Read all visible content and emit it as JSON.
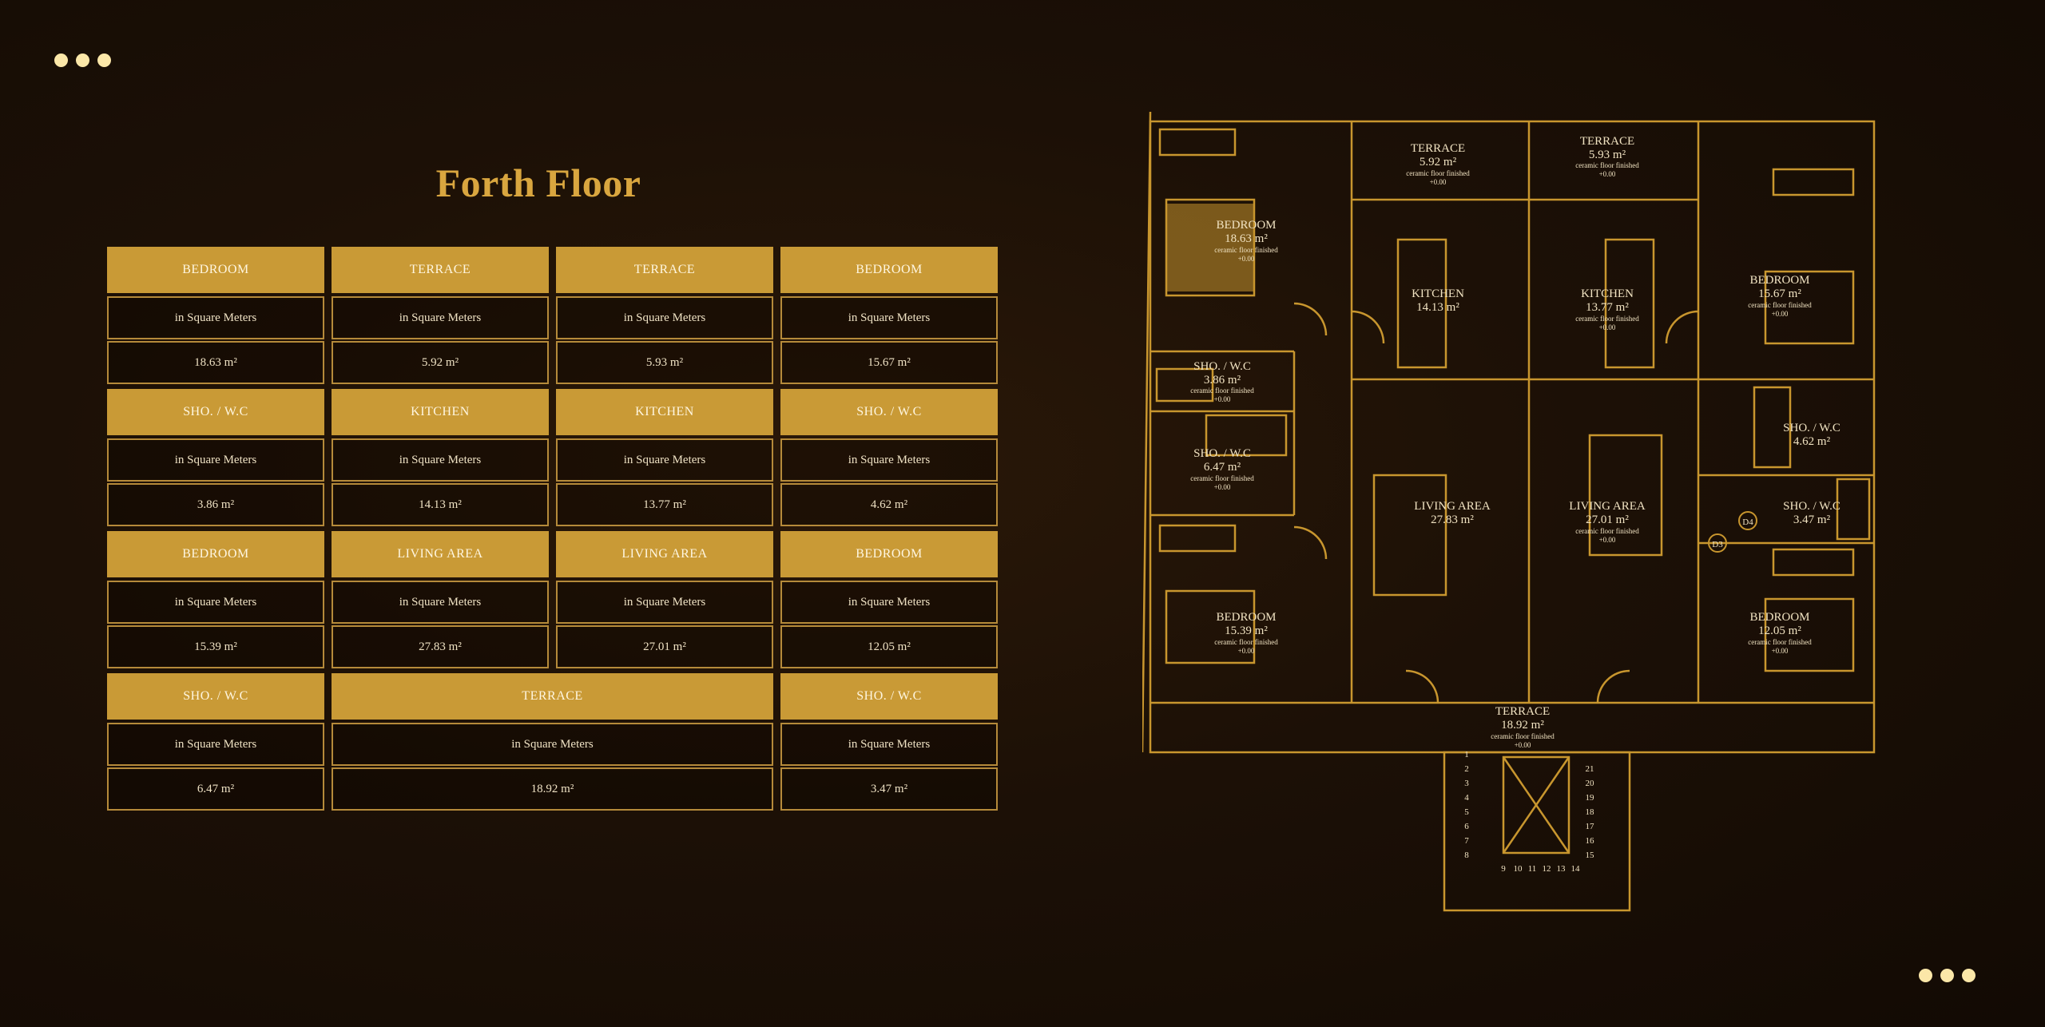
{
  "title": "Forth Floor",
  "rooms": [
    {
      "name": "BEDROOM",
      "unit": "in Square Meters",
      "area": "18.63 m²"
    },
    {
      "name": "TERRACE",
      "unit": "in Square Meters",
      "area": "5.92 m²"
    },
    {
      "name": "TERRACE",
      "unit": "in Square Meters",
      "area": "5.93 m²"
    },
    {
      "name": "BEDROOM",
      "unit": "in Square Meters",
      "area": "15.67 m²"
    },
    {
      "name": "SHO. / W.C",
      "unit": "in Square Meters",
      "area": "3.86 m²"
    },
    {
      "name": "KITCHEN",
      "unit": "in Square Meters",
      "area": "14.13 m²"
    },
    {
      "name": "KITCHEN",
      "unit": "in Square Meters",
      "area": "13.77 m²"
    },
    {
      "name": "SHO. / W.C",
      "unit": "in Square Meters",
      "area": "4.62 m²"
    },
    {
      "name": "BEDROOM",
      "unit": "in Square Meters",
      "area": "15.39 m²"
    },
    {
      "name": "LIVING AREA",
      "unit": "in Square Meters",
      "area": "27.83 m²"
    },
    {
      "name": "LIVING AREA",
      "unit": "in Square Meters",
      "area": "27.01 m²"
    },
    {
      "name": "BEDROOM",
      "unit": "in Square Meters",
      "area": "12.05 m²"
    },
    {
      "name": "SHO. / W.C",
      "unit": "in Square Meters",
      "area": "6.47 m²"
    },
    {
      "name": "TERRACE",
      "unit": "in Square Meters",
      "area": "18.92 m²"
    },
    {
      "name": "SHO. / W.C",
      "unit": "in Square Meters",
      "area": "3.47 m²"
    }
  ],
  "plan": {
    "floor_note": "ceramic floor finished",
    "level": "+0.00",
    "labels": [
      {
        "name": "TERRACE",
        "area": "5.92 m²"
      },
      {
        "name": "TERRACE",
        "area": "5.93 m²"
      },
      {
        "name": "BEDROOM",
        "area": "18.63 m²"
      },
      {
        "name": "KITCHEN",
        "area": "14.13 m²"
      },
      {
        "name": "KITCHEN",
        "area": "13.77 m²"
      },
      {
        "name": "BEDROOM",
        "area": "15.67 m²"
      },
      {
        "name": "SHO. / W.C",
        "area": "3.86 m²"
      },
      {
        "name": "SHO. / W.C",
        "area": "6.47 m²"
      },
      {
        "name": "LIVING AREA",
        "area": "27.83 m²"
      },
      {
        "name": "LIVING AREA",
        "area": "27.01 m²"
      },
      {
        "name": "SHO. / W.C",
        "area": "4.62 m²"
      },
      {
        "name": "SHO. / W.C",
        "area": "3.47 m²"
      },
      {
        "name": "BEDROOM",
        "area": "15.39 m²"
      },
      {
        "name": "BEDROOM",
        "area": "12.05 m²"
      },
      {
        "name": "TERRACE",
        "area": "18.92 m²"
      }
    ],
    "tags": [
      "D3",
      "D4"
    ],
    "stair_steps_left": [
      "1",
      "2",
      "3",
      "4",
      "5",
      "6",
      "7",
      "8"
    ],
    "stair_steps_bottom": [
      "9",
      "10",
      "11",
      "12",
      "13",
      "14"
    ],
    "stair_steps_right": [
      "21",
      "20",
      "19",
      "18",
      "17",
      "16",
      "15"
    ]
  },
  "colors": {
    "accent": "#c99a36",
    "title": "#d9a63f",
    "line": "#c8962e",
    "dots": "#fbe7a8"
  }
}
